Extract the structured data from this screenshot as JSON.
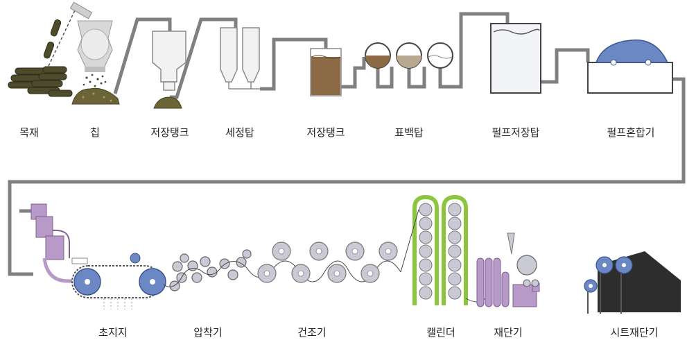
{
  "labels_top": {
    "wood": "목재",
    "chip": "칩",
    "storage_tank_1": "저장탱크",
    "washing_tower": "세정탑",
    "storage_tank_2": "저장탱크",
    "bleaching_tower": "표백탑",
    "pulp_storage_tower": "펄프저장탑",
    "pulp_mixer": "펄프혼합기"
  },
  "labels_bottom": {
    "paper_machine": "초지지",
    "press": "압착기",
    "dryer": "건조기",
    "calender": "캘린더",
    "cutter": "재단기",
    "sheet_cutter": "시트재단기"
  },
  "colors": {
    "pipe": "#808080",
    "wood": "#4e4a2c",
    "pulp_brown": "#8b6a45",
    "pulp_light": "#b8a890",
    "machine_blue": "#6c88c4",
    "machine_purple": "#b79ac8",
    "calender_green": "#8cc63e",
    "roller_gray": "#c9cad6",
    "sheet_dark": "#2d2d2d"
  }
}
